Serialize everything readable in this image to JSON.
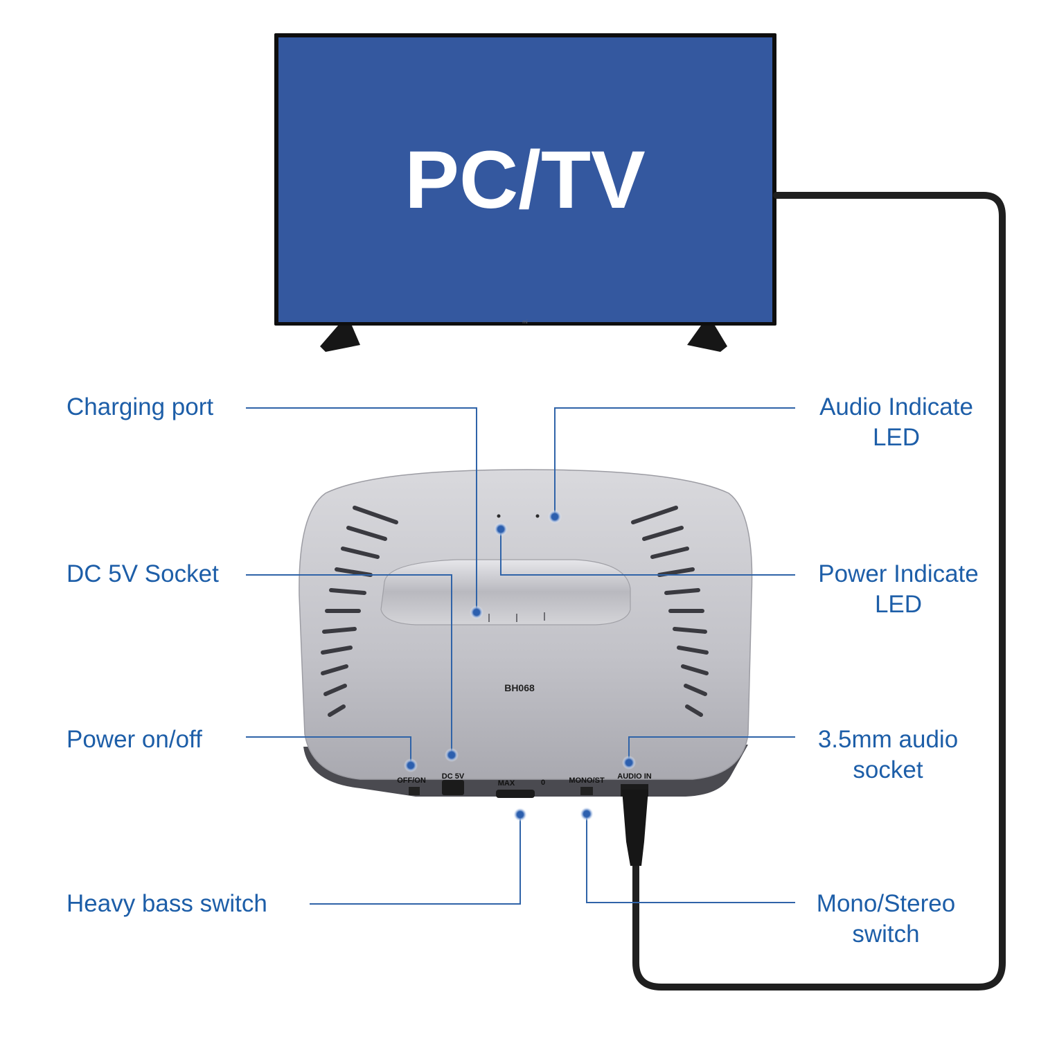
{
  "tv": {
    "screen_text": "PC/TV",
    "screen_color": "#34589f",
    "logo": "mi"
  },
  "device": {
    "model": "BH068",
    "port_labels": {
      "power_switch": "OFF/ON",
      "dc_socket": "DC 5V",
      "bass_max": "MAX",
      "bass_zero": "0",
      "mono_stereo": "MONO/ST",
      "audio_in": "AUDIO IN"
    }
  },
  "callouts": {
    "charging_port": "Charging port",
    "dc_socket": "DC 5V Socket",
    "power_switch": "Power on/off",
    "bass_switch": "Heavy bass switch",
    "audio_led_1": "Audio Indicate",
    "audio_led_2": "LED",
    "power_led_1": "Power Indicate",
    "power_led_2": "LED",
    "audio_socket_1": "3.5mm audio",
    "audio_socket_2": "socket",
    "mono_switch_1": "Mono/Stereo",
    "mono_switch_2": "switch"
  },
  "colors": {
    "label": "#1d5ea8",
    "leader_line": "#2f63a8",
    "marker": "#2c5fae",
    "cable": "#1f1f1f"
  }
}
